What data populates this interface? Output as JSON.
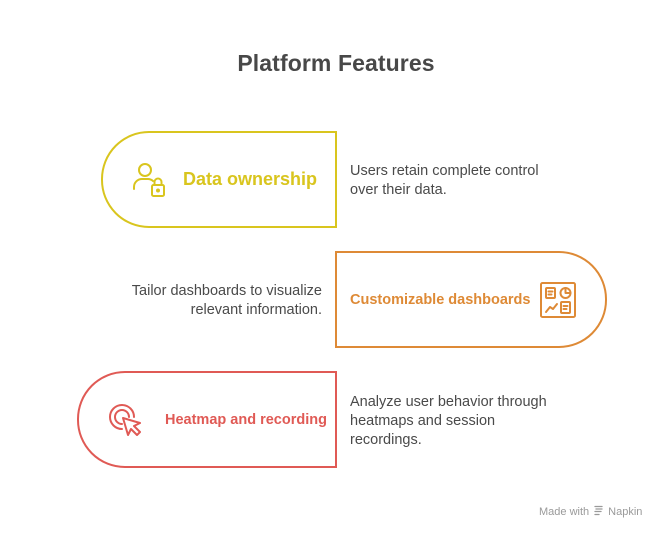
{
  "title": "Platform Features",
  "colors": {
    "data_ownership": "#D9C51E",
    "customizable_dashboards": "#DE8A36",
    "heatmap_recording": "#E05A55",
    "title": "#484848",
    "description": "#4a4a4a",
    "footer": "#9a9a9a"
  },
  "features": [
    {
      "label": "Data ownership",
      "icon": "user-lock-icon",
      "description_lines": [
        "Users retain complete control",
        "over their data."
      ]
    },
    {
      "label": "Customizable dashboards",
      "icon": "dashboard-icon",
      "description_lines": [
        "Tailor dashboards to visualize",
        "relevant information."
      ]
    },
    {
      "label": "Heatmap and recording",
      "icon": "click-target-icon",
      "description_lines": [
        "Analyze user behavior through",
        "heatmaps and session",
        "recordings."
      ]
    }
  ],
  "footer": {
    "made_with": "Made with",
    "brand": "Napkin",
    "brand_icon": "napkin-logo-icon"
  }
}
